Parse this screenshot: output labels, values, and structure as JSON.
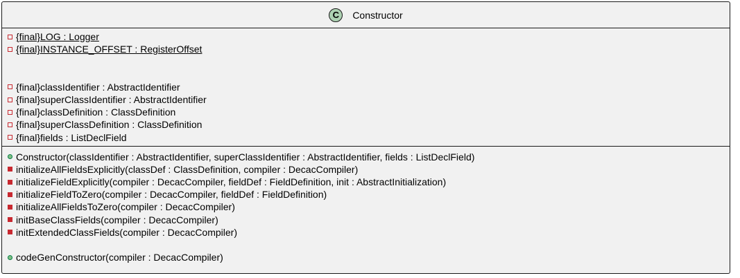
{
  "class": {
    "name": "Constructor",
    "stereotype_letter": "C"
  },
  "static_fields": [
    {
      "text": "{final}LOG : Logger"
    },
    {
      "text": "{final}INSTANCE_OFFSET : RegisterOffset"
    }
  ],
  "fields": [
    {
      "text": "{final}classIdentifier : AbstractIdentifier"
    },
    {
      "text": "{final}superClassIdentifier : AbstractIdentifier"
    },
    {
      "text": "{final}classDefinition : ClassDefinition"
    },
    {
      "text": "{final}superClassDefinition : ClassDefinition"
    },
    {
      "text": "{final}fields : ListDeclField"
    }
  ],
  "methods": [
    {
      "text": "Constructor(classIdentifier : AbstractIdentifier, superClassIdentifier : AbstractIdentifier, fields : ListDeclField)",
      "visibility": "public"
    },
    {
      "text": "initializeAllFieldsExplicitly(classDef : ClassDefinition, compiler : DecacCompiler)",
      "visibility": "private"
    },
    {
      "text": "initializeFieldExplicitly(compiler : DecacCompiler, fieldDef : FieldDefinition, init : AbstractInitialization)",
      "visibility": "private"
    },
    {
      "text": "initializeFieldToZero(compiler : DecacCompiler, fieldDef : FieldDefinition)",
      "visibility": "private"
    },
    {
      "text": "initializeAllFieldsToZero(compiler : DecacCompiler)",
      "visibility": "private"
    },
    {
      "text": "initBaseClassFields(compiler : DecacCompiler)",
      "visibility": "private"
    },
    {
      "text": "initExtendedClassFields(compiler : DecacCompiler)",
      "visibility": "private"
    },
    {
      "text": "codeGenConstructor(compiler : DecacCompiler)",
      "visibility": "public"
    }
  ]
}
